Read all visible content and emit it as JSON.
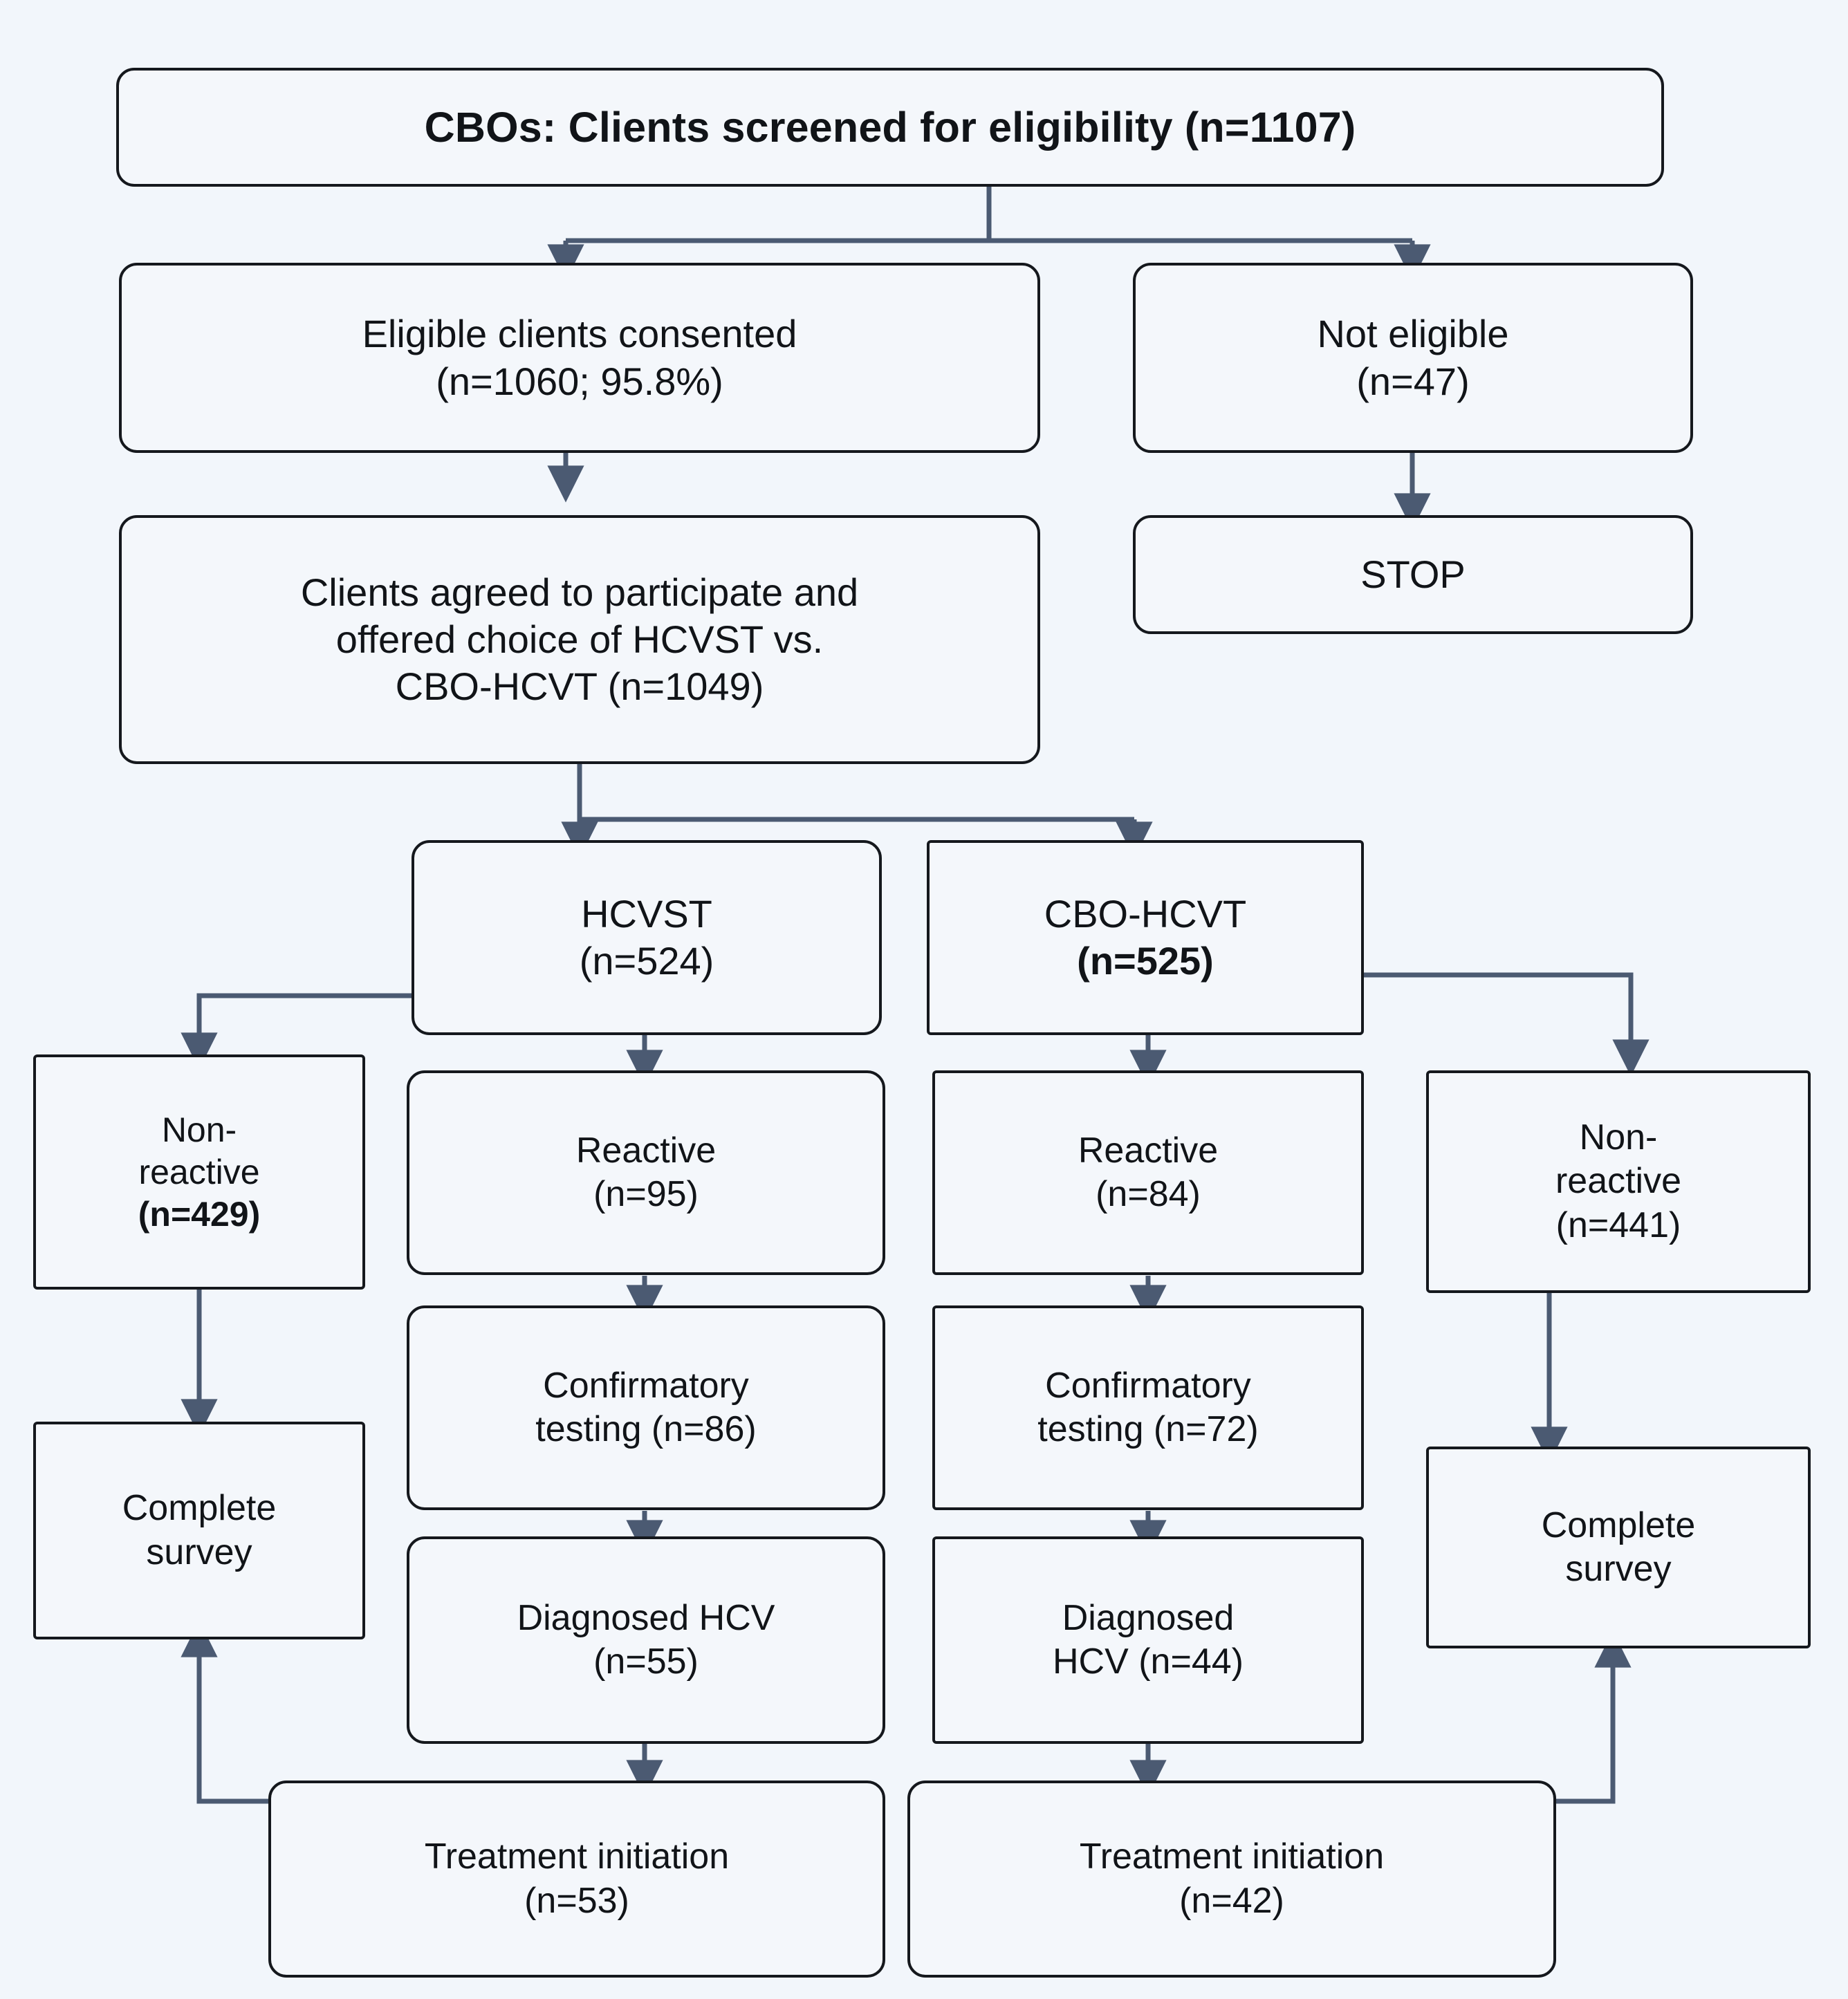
{
  "figure": {
    "kind": "flowchart",
    "background_color": "#f2f6fb",
    "box_fill": "#f4f7fb",
    "box_border_color": "#15181d",
    "connector_color": "#4b5a72"
  },
  "nodes": {
    "screened": {
      "label": "CBOs: Clients screened for eligibility (n=1107)",
      "count": 1107,
      "bold": true
    },
    "consented": {
      "line1": "Eligible clients consented",
      "line2": "(n=1060; 95.8%)",
      "count": 1060,
      "percent": "95.8%"
    },
    "not_eligible": {
      "line1": "Not eligible",
      "line2": "(n=47)",
      "count": 47
    },
    "agreed": {
      "line1": "Clients agreed to participate and",
      "line2": "offered choice of HCVST vs.",
      "line3": "CBO-HCVT (n=1049)",
      "count": 1049
    },
    "stop": {
      "label": "STOP"
    },
    "hcvst": {
      "line1": "HCVST",
      "line2": "(n=524)",
      "count": 524
    },
    "cbo_hcvt": {
      "line1": "CBO-HCVT",
      "line2": "(n=525)",
      "count": 525,
      "count_bold": true
    },
    "hcvst_nonreactive": {
      "line1": "Non-",
      "line2": "reactive",
      "line3": "(n=429)",
      "count": 429,
      "count_bold": true
    },
    "hcvst_reactive": {
      "line1": "Reactive",
      "line2": "(n=95)",
      "count": 95
    },
    "cbo_reactive": {
      "line1": "Reactive",
      "line2": "(n=84)",
      "count": 84
    },
    "cbo_nonreactive": {
      "line1": "Non-",
      "line2": "reactive",
      "line3": "(n=441)",
      "count": 441
    },
    "hcvst_confirm": {
      "line1": "Confirmatory",
      "line2": "testing (n=86)",
      "count": 86
    },
    "cbo_confirm": {
      "line1": "Confirmatory",
      "line2": "testing (n=72)",
      "count": 72
    },
    "hcvst_survey": {
      "line1": "Complete",
      "line2": "survey"
    },
    "cbo_survey": {
      "line1": "Complete",
      "line2": "survey"
    },
    "hcvst_diagnosed": {
      "line1": "Diagnosed HCV",
      "line2": "(n=55)",
      "count": 55
    },
    "cbo_diagnosed": {
      "line1": "Diagnosed",
      "line2": "HCV (n=44)",
      "count": 44
    },
    "hcvst_treatment": {
      "line1": "Treatment initiation",
      "line2": "(n=53)",
      "count": 53
    },
    "cbo_treatment": {
      "line1": "Treatment initiation",
      "line2": "(n=42)",
      "count": 42
    }
  },
  "chart_data": {
    "type": "diagram",
    "title": "CBOs: Clients screened for eligibility (n=1107)",
    "flow": [
      {
        "from": "screened",
        "to": "consented"
      },
      {
        "from": "screened",
        "to": "not_eligible"
      },
      {
        "from": "consented",
        "to": "agreed"
      },
      {
        "from": "not_eligible",
        "to": "stop"
      },
      {
        "from": "agreed",
        "to": "hcvst"
      },
      {
        "from": "agreed",
        "to": "cbo_hcvt"
      },
      {
        "from": "hcvst",
        "to": "hcvst_nonreactive"
      },
      {
        "from": "hcvst",
        "to": "hcvst_reactive"
      },
      {
        "from": "cbo_hcvt",
        "to": "cbo_reactive"
      },
      {
        "from": "cbo_hcvt",
        "to": "cbo_nonreactive"
      },
      {
        "from": "hcvst_nonreactive",
        "to": "hcvst_survey"
      },
      {
        "from": "hcvst_reactive",
        "to": "hcvst_confirm"
      },
      {
        "from": "hcvst_confirm",
        "to": "hcvst_diagnosed"
      },
      {
        "from": "hcvst_diagnosed",
        "to": "hcvst_treatment"
      },
      {
        "from": "hcvst_treatment",
        "to": "hcvst_survey"
      },
      {
        "from": "cbo_reactive",
        "to": "cbo_confirm"
      },
      {
        "from": "cbo_confirm",
        "to": "cbo_diagnosed"
      },
      {
        "from": "cbo_diagnosed",
        "to": "cbo_treatment"
      },
      {
        "from": "cbo_nonreactive",
        "to": "cbo_survey"
      },
      {
        "from": "cbo_treatment",
        "to": "cbo_survey"
      }
    ],
    "values": {
      "screened": 1107,
      "consented": 1060,
      "consented_pct": 95.8,
      "not_eligible": 47,
      "agreed": 1049,
      "hcvst": 524,
      "cbo_hcvt": 525,
      "hcvst_nonreactive": 429,
      "hcvst_reactive": 95,
      "hcvst_confirm": 86,
      "hcvst_diagnosed": 55,
      "hcvst_treatment": 53,
      "cbo_reactive": 84,
      "cbo_confirm": 72,
      "cbo_diagnosed": 44,
      "cbo_treatment": 42,
      "cbo_nonreactive": 441
    }
  }
}
